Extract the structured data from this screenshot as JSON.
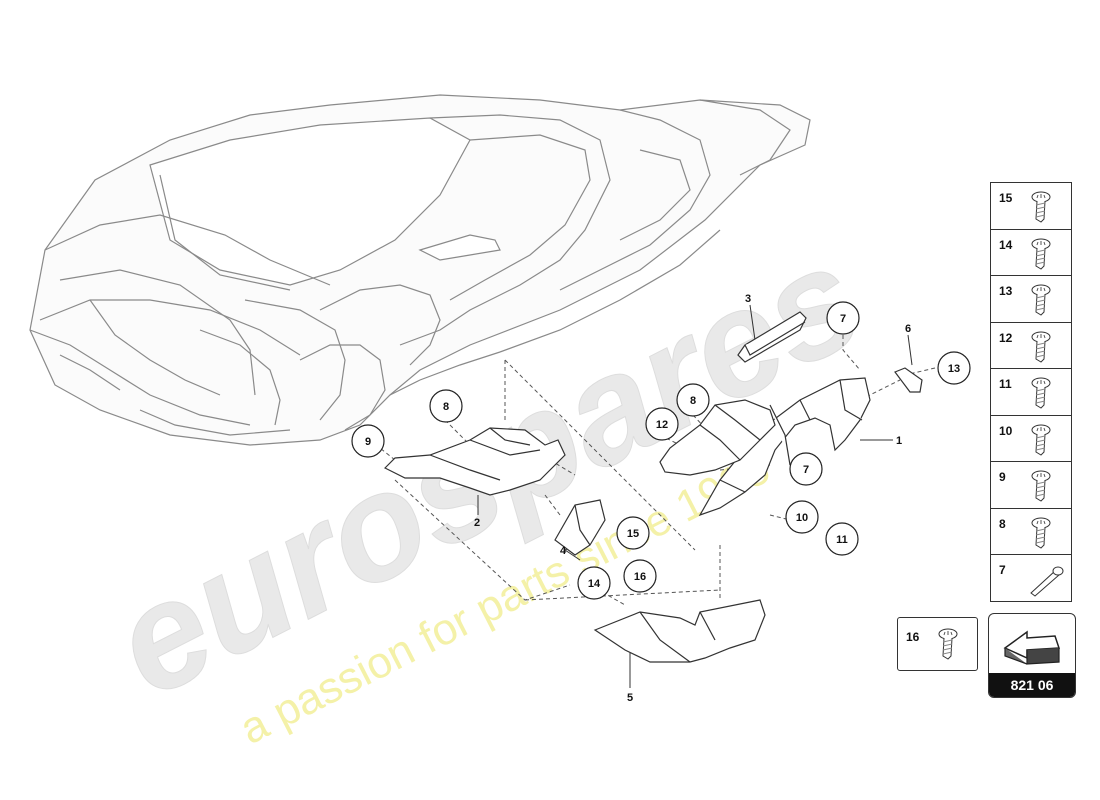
{
  "watermark": {
    "brand": "eurospares",
    "tagline": "a passion for parts since 1985",
    "color_brand": "#e6e6e6",
    "color_tagline": "#f3f0a0"
  },
  "callouts": [
    {
      "id": "c-9-left",
      "text": "9"
    },
    {
      "id": "c-8-left",
      "text": "8"
    },
    {
      "id": "c-15",
      "text": "15"
    },
    {
      "id": "c-16",
      "text": "16"
    },
    {
      "id": "c-14",
      "text": "14"
    },
    {
      "id": "c-12",
      "text": "12"
    },
    {
      "id": "c-8-right",
      "text": "8"
    },
    {
      "id": "c-7-top",
      "text": "7"
    },
    {
      "id": "c-13",
      "text": "13"
    },
    {
      "id": "c-7-mid",
      "text": "7"
    },
    {
      "id": "c-10",
      "text": "10"
    },
    {
      "id": "c-11",
      "text": "11"
    }
  ],
  "part_labels": {
    "p1": "1",
    "p2": "2",
    "p3": "3",
    "p4": "4",
    "p5": "5",
    "p6": "6"
  },
  "legend": [
    {
      "number": "15",
      "icon": "screw-icon"
    },
    {
      "number": "14",
      "icon": "screw-icon"
    },
    {
      "number": "13",
      "icon": "screw-icon"
    },
    {
      "number": "12",
      "icon": "screw-icon"
    },
    {
      "number": "11",
      "icon": "screw-icon"
    },
    {
      "number": "10",
      "icon": "screw-icon"
    },
    {
      "number": "9",
      "icon": "screw-icon"
    },
    {
      "number": "8",
      "icon": "screw-icon"
    },
    {
      "number": "7",
      "icon": "pin-icon"
    }
  ],
  "extra_part": {
    "number": "16",
    "icon": "screw-icon"
  },
  "reference": {
    "code": "821 06",
    "icon": "direction-arrow-icon"
  }
}
